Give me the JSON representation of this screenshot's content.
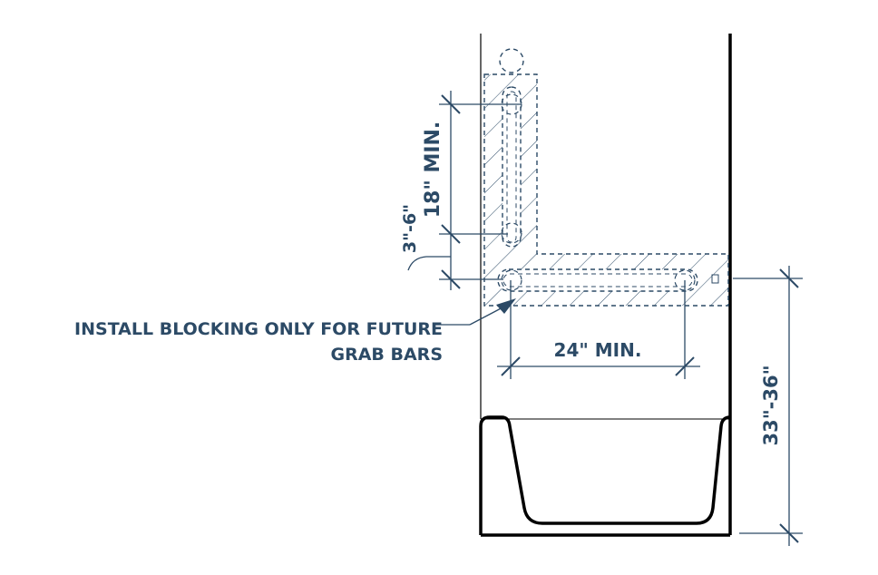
{
  "labels": {
    "vertical_bar_length": "18\" MIN.",
    "vertical_offset": "3\"-6\"",
    "horizontal_bar_length": "24\" MIN.",
    "bar_height": "33\"-36\""
  },
  "note": {
    "line1": "INSTALL BLOCKING ONLY FOR FUTURE",
    "line2": "GRAB BARS"
  },
  "colors": {
    "annotation": "#2c4a66",
    "wall": "#000000"
  }
}
